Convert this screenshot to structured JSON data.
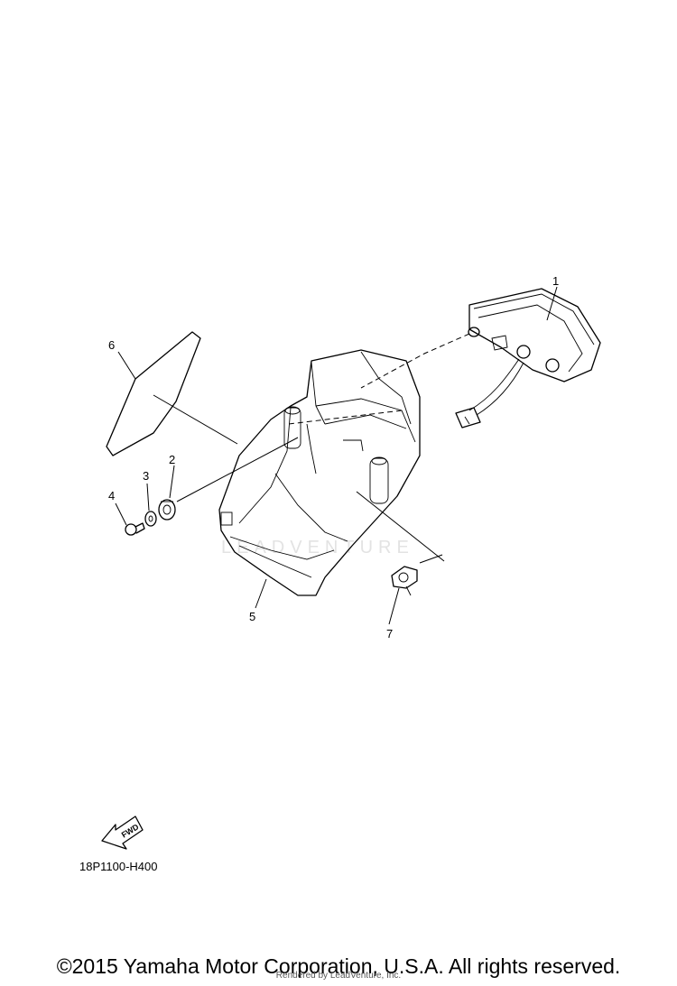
{
  "diagram": {
    "callouts": [
      {
        "id": "1",
        "label": "1"
      },
      {
        "id": "2",
        "label": "2"
      },
      {
        "id": "3",
        "label": "3"
      },
      {
        "id": "4",
        "label": "4"
      },
      {
        "id": "5",
        "label": "5"
      },
      {
        "id": "6",
        "label": "6"
      },
      {
        "id": "7",
        "label": "7"
      }
    ],
    "fwd_label": "FWD",
    "figure_code": "18P1100-H400",
    "watermark": "LEADVENTURE"
  },
  "footer": {
    "copyright": "©2015 Yamaha Motor Corporation, U.S.A. All rights reserved.",
    "rendered_by": "Rendered by LeadVenture, Inc."
  }
}
